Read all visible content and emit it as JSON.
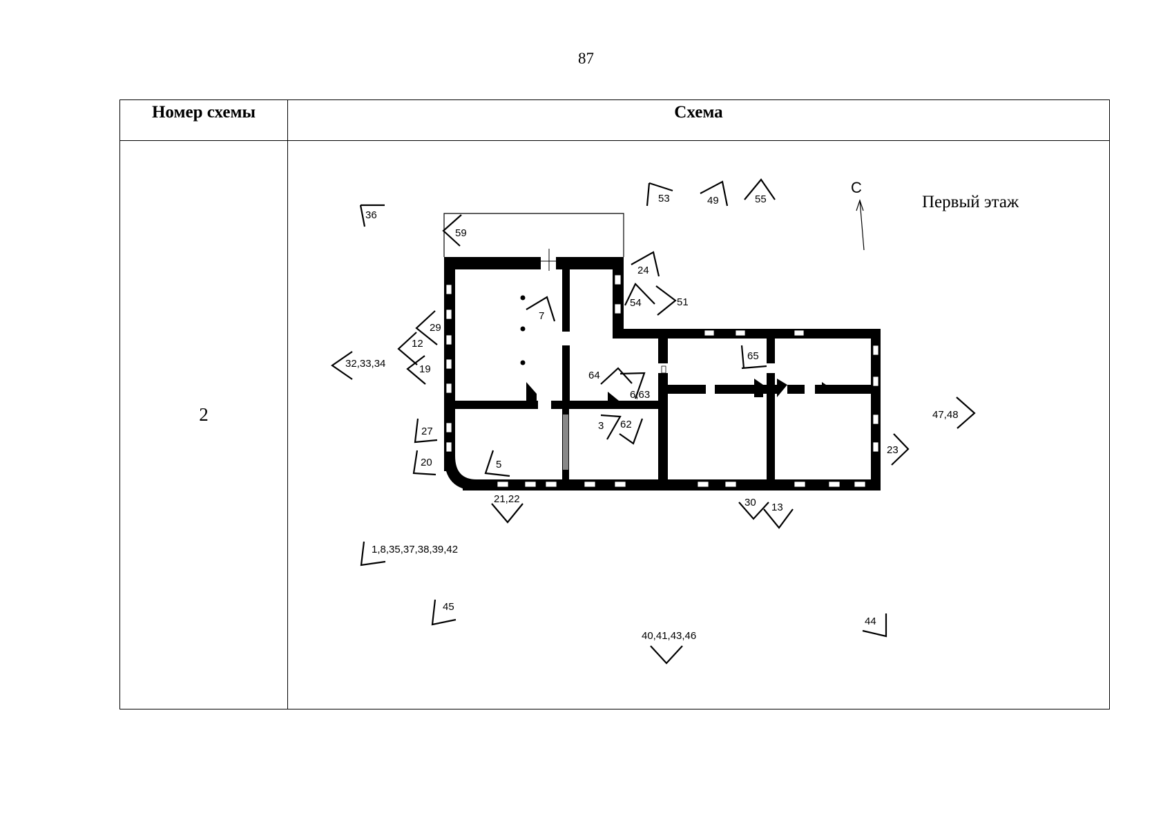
{
  "page_number": "87",
  "table": {
    "header_left": "Номер схемы",
    "header_right": "Схема",
    "scheme_number": "2"
  },
  "scheme": {
    "floor_title": "Первый этаж",
    "north_label": "С",
    "markers": {
      "m36": "36",
      "m59": "59",
      "m53": "53",
      "m49": "49",
      "m55": "55",
      "m24": "24",
      "m54": "54",
      "m51": "51",
      "m7": "7",
      "m29": "29",
      "m12": "12",
      "m32": "32,33,34",
      "m19": "19",
      "m65": "65",
      "m64": "64",
      "m6": "6,63",
      "m47": "47,48",
      "m3": "3",
      "m62": "62",
      "m27": "27",
      "m23": "23",
      "m20": "20",
      "m5": "5",
      "m21": "21,22",
      "m30": "30",
      "m13": "13",
      "m1": "1,8,35,37,38,39,42",
      "m45": "45",
      "m44": "44",
      "m40": "40,41,43,46"
    }
  }
}
